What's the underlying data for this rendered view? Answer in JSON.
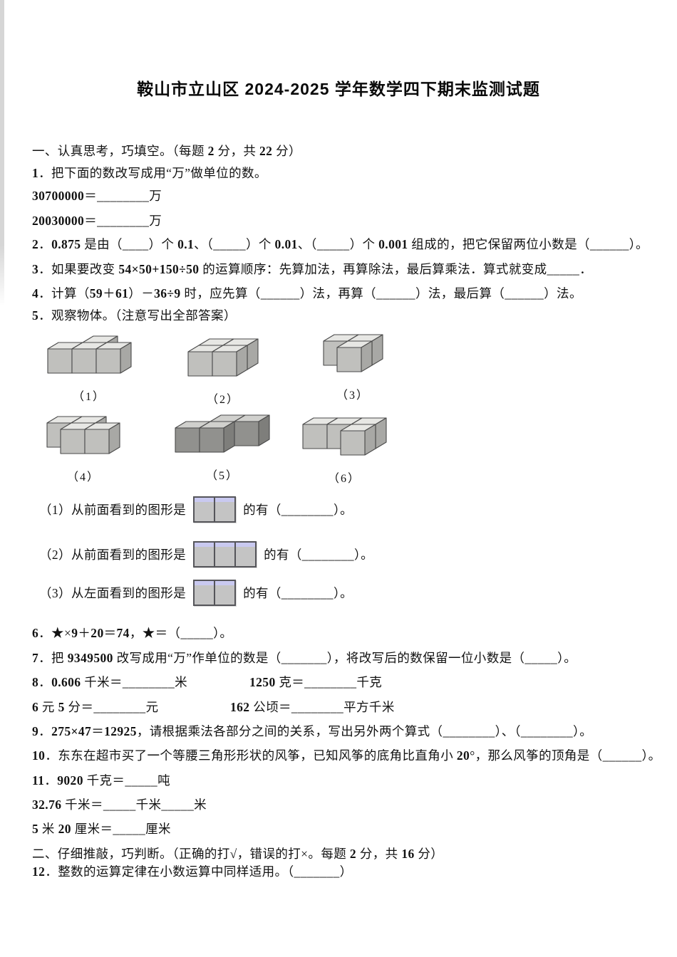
{
  "title": "鞍山市立山区 2024-2025 学年数学四下期末监测试题",
  "section_one": {
    "heading": "一、认真思考，巧填空。（每题 2 分，共 22 分）",
    "q1_prompt": "1．把下面的数改写成用“万”做单位的数。",
    "q1_line1": "30700000＝________万",
    "q1_line2": "20030000＝________万",
    "q2": "2．0.875 是由（____）个 0.1、（_____）个 0.01、（_____）个 0.001 组成的，把它保留两位小数是（______）。",
    "q3": "3．如果要改变 54×50+150÷50 的运算顺序：先算加法，再算除法，最后算乘法．算式就变成_____．",
    "q4": "4．计算（59＋61）－36÷9 时，应先算（______）法，再算（______）法，最后算（______）法。",
    "q5_prompt": "5．观察物体。（注意写出全部答案）",
    "figures": [
      {
        "label": "（1）",
        "shade": "light",
        "cubes": [
          [
            1,
            1,
            0
          ],
          [
            0,
            0,
            0
          ],
          [
            1,
            0,
            0
          ],
          [
            2,
            0,
            0
          ]
        ]
      },
      {
        "label": "（2）",
        "shade": "light",
        "cubes": [
          [
            0,
            1,
            0
          ],
          [
            1,
            1,
            0
          ],
          [
            0,
            0,
            0
          ],
          [
            1,
            0,
            0
          ]
        ]
      },
      {
        "label": "（3）",
        "shade": "light",
        "cubes": [
          [
            0,
            1,
            0
          ],
          [
            1,
            1,
            0
          ],
          [
            1,
            0,
            0
          ]
        ]
      },
      {
        "label": "（4）",
        "shade": "light",
        "cubes": [
          [
            0,
            1,
            0
          ],
          [
            1,
            1,
            0
          ],
          [
            1,
            0,
            0
          ],
          [
            2,
            0,
            0
          ]
        ]
      },
      {
        "label": "（5）",
        "shade": "dark",
        "cubes": [
          [
            1,
            1,
            0
          ],
          [
            2,
            1,
            0
          ],
          [
            0,
            0,
            0
          ],
          [
            1,
            0,
            0
          ]
        ]
      },
      {
        "label": "（6）",
        "shade": "light",
        "cubes": [
          [
            0,
            1,
            0
          ],
          [
            1,
            1,
            0
          ],
          [
            2,
            1,
            0
          ],
          [
            2,
            0,
            0
          ]
        ]
      }
    ],
    "figure_palette": {
      "light": {
        "top": "#e7e7e4",
        "front": "#c0c0bd",
        "side": "#a8a8a5"
      },
      "dark": {
        "top": "#d0d0cd",
        "front": "#91918e",
        "side": "#7e7e7b"
      }
    },
    "view_grids": [
      2,
      3,
      2
    ],
    "grid_colors": {
      "fill": "#c4c4c4",
      "top_strip": "#c9c9f0",
      "border": "#55555a"
    },
    "q5_sub1_pre": "（1）从前面看到的图形是",
    "q5_sub1_post": "的有（________）。",
    "q5_sub2_pre": "（2）从前面看到的图形是",
    "q5_sub2_post": "的有（________）。",
    "q5_sub3_pre": "（3）从左面看到的图形是",
    "q5_sub3_post": "的有（________）。",
    "q6": "6．★×9＋20＝74，★＝（_____）。",
    "q7": "7．把 9349500 改写成用“万”作单位的数是（_______），将改写后的数保留一位小数是（_____）。",
    "q8_line1a": "8．0.606 千米＝________米",
    "q8_line1b": "1250 克＝________千克",
    "q8_line2a": "6 元 5 分＝________元",
    "q8_line2b": "162 公顷＝________平方千米",
    "q9": "9．275×47＝12925，请根据乘法各部分之间的关系，写出另外两个算式（________）、（________）。",
    "q10": "10．东东在超市买了一个等腰三角形形状的风筝，已知风筝的底角比直角小 20°，那么风筝的顶角是（______）。",
    "q11_line1": "11．9020 千克＝_____吨",
    "q11_line2": "32.76 千米＝_____千米_____米",
    "q11_line3": "5 米 20 厘米＝_____厘米"
  },
  "section_two": {
    "heading": "二、仔细推敲，巧判断。（正确的打√，错误的打×。每题 2 分，共 16 分）",
    "q12": "12．整数的运算定律在小数运算中同样适用。（_______）"
  }
}
